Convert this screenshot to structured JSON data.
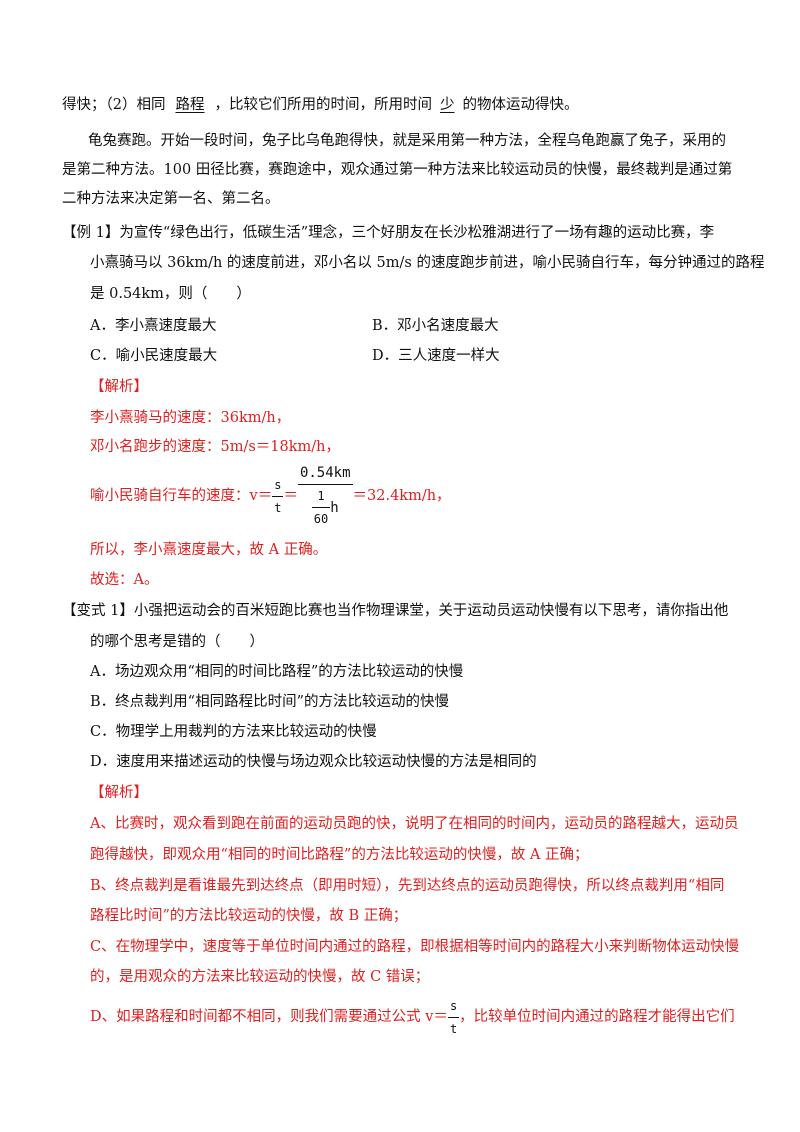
{
  "intro": {
    "l1_a": "得快；（2）相同",
    "l1_u1": "路程",
    "l1_b": "，比较它们所用的时间，所用时间",
    "l1_u2": "少",
    "l1_c": "的物体运动得快。",
    "p2_l1": "龟兔赛跑。开始一段时间，兔子比乌龟跑得快，就是采用第一种方法，全程乌龟跑赢了兔子，采用的",
    "p2_l2": "是第二种方法。100 田径比赛，赛跑途中，观众通过第一种方法来比较运动员的快慢，最终裁判是通过第",
    "p2_l3": "二种方法来决定第一名、第二名。"
  },
  "example1": {
    "q_l1": "【例 1】为宣传“绿色出行，低碳生活”理念，三个好朋友在长沙松雅湖进行了一场有趣的运动比赛，李",
    "q_l2": "小熹骑马以 36km/h 的速度前进，邓小名以 5m/s 的速度跑步前进，喻小民骑自行车，每分钟通过的路程",
    "q_l3": "是 0.54km，则（　　）",
    "opt_a": "A．李小熹速度最大",
    "opt_b": "B．邓小名速度最大",
    "opt_c": "C．喻小民速度最大",
    "opt_d": "D．三人速度一样大",
    "analysis_title": "【解析】",
    "s1": "李小熹骑马的速度：36km/h，",
    "s2": "邓小名跑步的速度：5m/s＝18km/h，",
    "s3_prefix": "喻小民骑自行车的速度：v＝",
    "s3_frac1_num": "s",
    "s3_frac1_den": "t",
    "s3_eq": "＝",
    "s3_frac2_num": "0.54km",
    "s3_frac2_den_num": "1",
    "s3_frac2_den_den": "60",
    "s3_frac2_den_unit": "h",
    "s3_suffix": "＝32.4km/h，",
    "s4": "所以，李小熹速度最大，故 A 正确。",
    "s5": "故选：A。"
  },
  "variant1": {
    "q_l1": "【变式 1】小强把运动会的百米短跑比赛也当作物理课堂，关于运动员运动快慢有以下思考，请你指出他",
    "q_l2": "的哪个思考是错的（　　）",
    "opt_a": "A．场边观众用“相同的时间比路程”的方法比较运动的快慢",
    "opt_b": "B．终点裁判用“相同路程比时间”的方法比较运动的快慢",
    "opt_c": "C．物理学上用裁判的方法来比较运动的快慢",
    "opt_d": "D．速度用来描述运动的快慢与场边观众比较运动快慢的方法是相同的",
    "analysis_title": "【解析】",
    "a_l1": "A、比赛时，观众看到跑在前面的运动员跑的快，说明了在相同的时间内，运动员的路程越大，运动员",
    "a_l2": "跑得越快，即观众用“相同的时间比路程”的方法比较运动的快慢，故 A 正确；",
    "b_l1": "B、终点裁判是看谁最先到达终点（即用时短），先到达终点的运动员跑得快，所以终点裁判用“相同",
    "b_l2": "路程比时间”的方法比较运动的快慢，故 B 正确；",
    "c_l1": "C、在物理学中，速度等于单位时间内通过的路程，即根据相等时间内的路程大小来判断物体运动快慢",
    "c_l2": "的，是用观众的方法来比较运动的快慢，故 C 错误；",
    "d_l1_prefix": "D、如果路程和时间都不相同，则我们需要通过公式 v＝",
    "d_frac_num": "s",
    "d_frac_den": "t",
    "d_l1_suffix": "，比较单位时间内通过的路程才能得出它们"
  }
}
